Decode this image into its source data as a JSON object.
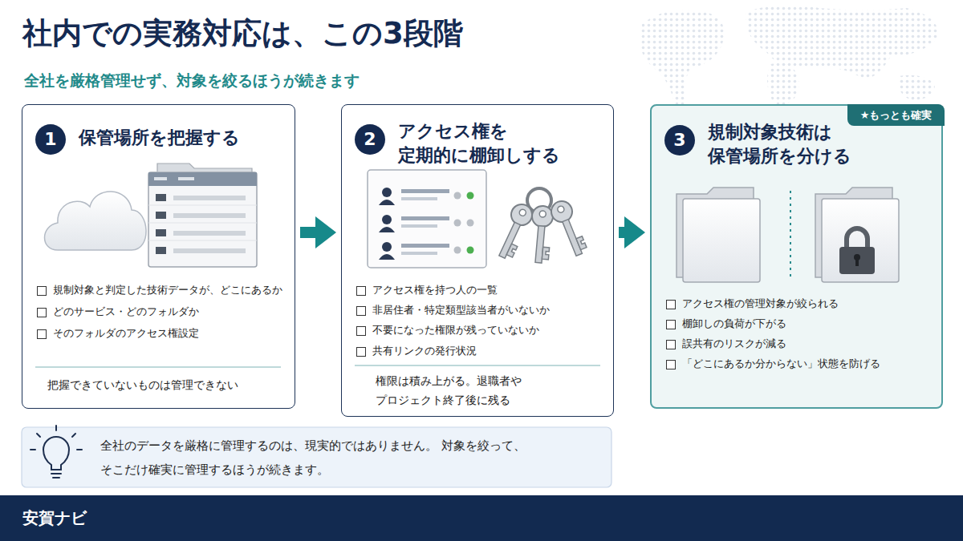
{
  "diagram": {
    "title": "社内での実務対応は、この3段階",
    "nodes": [
      {
        "text": [
          "保管場所を把握する",
          "規制対象と判定した技術データが、どこにあるか",
          "どのサービス・どのフォルダか",
          "そのフォルダのアクセス権設定",
          "把握できていないものは管理できない"
        ]
      },
      {
        "text": [
          "1"
        ],
        "in": 0
      },
      {
        "text": [
          "アクセス権を 定期的に棚卸しする",
          "アクセス権を持つ人の一覧",
          "非居住者・特定類型該当者がいないか",
          "不要になった権限が残っていないか",
          "共有リンクの発行状況",
          "権限は積み上がる。退職者や プロジェクト終了後に残る"
        ]
      },
      {
        "text": [
          "2"
        ],
        "in": 2
      },
      {
        "text": [
          "規制対象技術は 保管場所を分ける",
          "アクセス権の管理対象が絞られる",
          "棚卸しの負荷が下がる",
          "誤共有のリスクが減る",
          "「どこにあるか分からない」状態を防げる"
        ]
      },
      {
        "text": [
          "3"
        ],
        "in": 4
      },
      {
        "text": [
          "★もっとも確実"
        ],
        "in": 4
      },
      {
        "text": [
          "全社のデータを厳格に管理するのは、現実的ではありません。 対象を絞って、そこだけ確実に管理するほうが続きます。"
        ]
      },
      {
        "text": [
          "安賀ナビ"
        ]
      }
    ],
    "edges": [
      {
        "from": 0,
        "to": 2,
        "arrow": "to"
      },
      {
        "from": 2,
        "to": 4,
        "arrow": "to"
      }
    ],
    "labels": [
      "全社を厳格管理せず、対象を絞るほうが続きます"
    ]
  }
}
